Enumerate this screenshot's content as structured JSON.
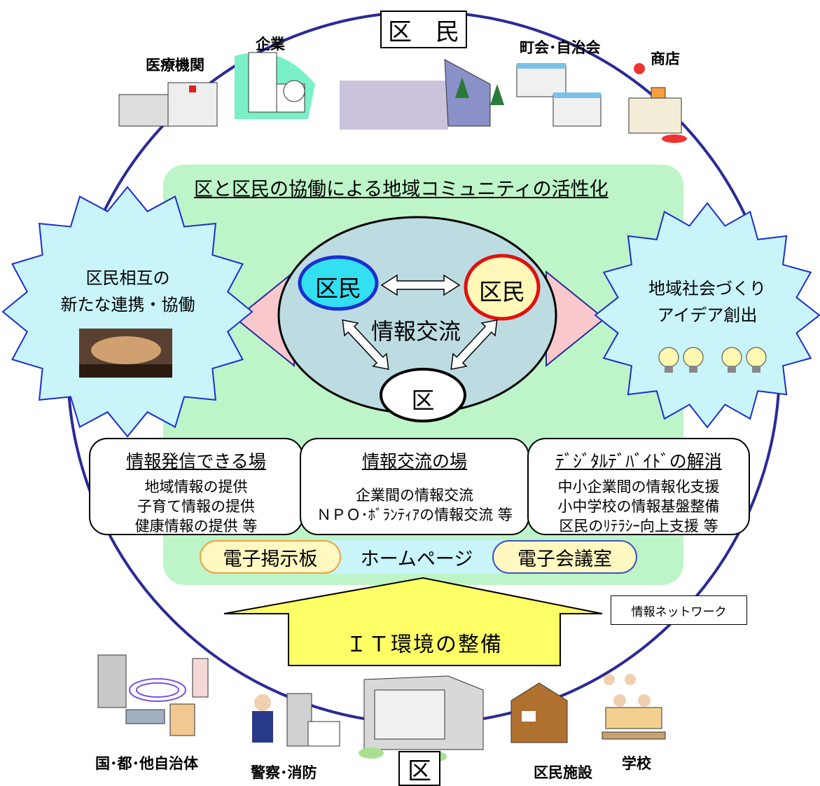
{
  "top_label": "区　民",
  "bottom_label": "区",
  "theme_title": "区と区民の協働による地域コミュニティの活性化",
  "center": {
    "node_left": "区民",
    "node_right": "区民",
    "node_bottom": "区",
    "label": "情報交流"
  },
  "left_burst": {
    "line1": "区民相互の",
    "line2": "新たな連携・協働"
  },
  "right_burst": {
    "line1": "地域社会づくり",
    "line2": "アイデア創出"
  },
  "top_entities": [
    "医療機関",
    "企業",
    "町会･自治会",
    "商店"
  ],
  "bottom_entities": [
    "国･都･他自治体",
    "警察･消防",
    "区民施設",
    "学校"
  ],
  "boxes": [
    {
      "title": "情報発信できる場",
      "lines": [
        "地域情報の提供",
        "子育て情報の提供",
        "健康情報の提供 等"
      ]
    },
    {
      "title": "情報交流の場",
      "lines": [
        "企業間の情報交流",
        "ＮＰＯ･ﾎﾞﾗﾝﾃｨｱの情報交流 等"
      ]
    },
    {
      "title": "ﾃﾞｼﾞﾀﾙﾃﾞﾊﾞｲﾄﾞの解消",
      "lines": [
        "中小企業間の情報化支援",
        "小中学校の情報基盤整備",
        "区民のﾘﾃﾗｼｰ向上支援 等"
      ]
    }
  ],
  "web": {
    "left": "電子掲示板",
    "center": "ホームページ",
    "right": "電子会議室"
  },
  "it_arrow": "ＩＴ環境の整備",
  "network_label": "情報ネットワーク",
  "colors": {
    "panel": "#bdf5c8",
    "ellipse": "#bcdce2",
    "node_left": "#33e0f2",
    "node_left_border": "#1a2fd0",
    "node_right": "#fff8b8",
    "node_right_border": "#e01010",
    "big_circle": "#2a2a96",
    "side_arrow": "#f8c8cc",
    "side_arrow_border": "#2a2a96",
    "burst": "#c8f4fa",
    "burst_border": "#1a2fd0",
    "it_arrow": "#ffff66"
  }
}
